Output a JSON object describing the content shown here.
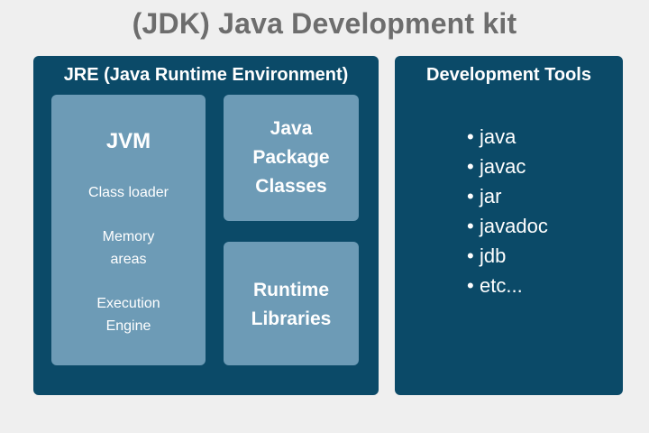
{
  "title": "(JDK) Java Development kit",
  "jre": {
    "title": "JRE (Java Runtime Environment)",
    "jvm": {
      "title": "JVM",
      "items": [
        "Class loader",
        "Memory areas",
        "Execution Engine"
      ]
    },
    "package_classes": "Java Package Classes",
    "runtime_libraries": "Runtime Libraries"
  },
  "tools": {
    "title": "Development Tools",
    "items": [
      "java",
      "javac",
      "jar",
      "javadoc",
      "jdb",
      "etc..."
    ]
  },
  "colors": {
    "background": "#efefef",
    "title": "#6d6d6d",
    "panel": "#0b4a68",
    "box": "#6d9bb6",
    "text_light": "#ffffff"
  }
}
